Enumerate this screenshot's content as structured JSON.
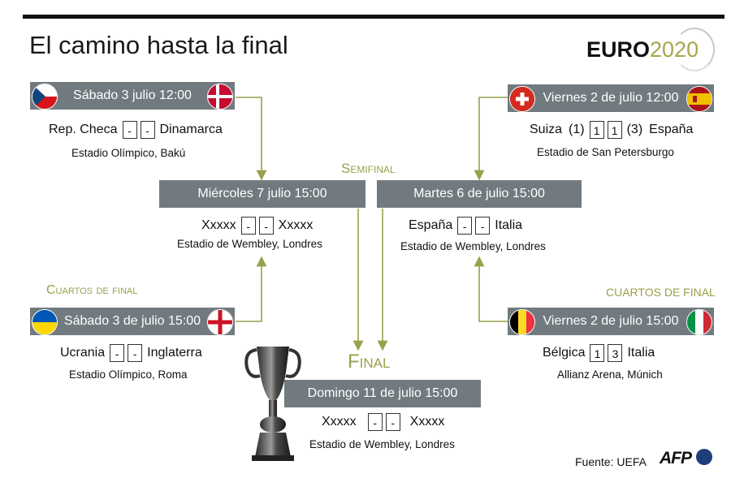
{
  "title": "El camino hasta la final",
  "logo": {
    "brand": "EURO",
    "year": "2020"
  },
  "labels": {
    "semifinal": "Semifinal",
    "final": "Final",
    "quarters_left": "Cuartos de final",
    "quarters_right": "CUARTOS DE FINAL"
  },
  "matches": {
    "qf_top_left": {
      "date": "Sábado 3 julio 12:00",
      "home": "Rep. Checa",
      "away": "Dinamarca",
      "score_home": "-",
      "score_away": "-",
      "venue": "Estadio Olímpico, Bakú",
      "flag_home": "czech-flag",
      "flag_away": "denmark-flag"
    },
    "qf_top_right": {
      "date": "Viernes 2 de julio 12:00",
      "home": "Suiza",
      "away": "España",
      "pen_home": "(1)",
      "score_home": "1",
      "score_away": "1",
      "pen_away": "(3)",
      "venue": "Estadio de San Petersburgo",
      "flag_home": "switzerland-flag",
      "flag_away": "spain-flag"
    },
    "sf_left": {
      "date": "Miércoles 7 julio 15:00",
      "home": "Xxxxx",
      "away": "Xxxxx",
      "score_home": "-",
      "score_away": "-",
      "venue": "Estadio de Wembley, Londres"
    },
    "sf_right": {
      "date": "Martes 6 de julio 15:00",
      "home": "España",
      "away": "Italia",
      "score_home": "-",
      "score_away": "-",
      "venue": "Estadio de Wembley, Londres"
    },
    "qf_bottom_left": {
      "date": "Sábado 3 de julio 15:00",
      "home": "Ucrania",
      "away": "Inglaterra",
      "score_home": "-",
      "score_away": "-",
      "venue": "Estadio Olímpico, Roma",
      "flag_home": "ukraine-flag",
      "flag_away": "england-flag"
    },
    "qf_bottom_right": {
      "date": "Viernes 2 de julio 15:00",
      "home": "Bélgica",
      "away": "Italia",
      "score_home": "1",
      "score_away": "3",
      "venue": "Allianz Arena, Múnich",
      "flag_home": "belgium-flag",
      "flag_away": "italy-flag"
    },
    "final": {
      "date": "Domingo 11 de julio  15:00",
      "home": "Xxxxx",
      "away": "Xxxxx",
      "score_home": "-",
      "score_away": "-",
      "venue": "Estadio de Wembley, Londres"
    }
  },
  "colors": {
    "bar": "#717b7f",
    "accent": "#9aa04b",
    "text": "#111111"
  },
  "source": "Fuente: UEFA",
  "agency": "AFP"
}
